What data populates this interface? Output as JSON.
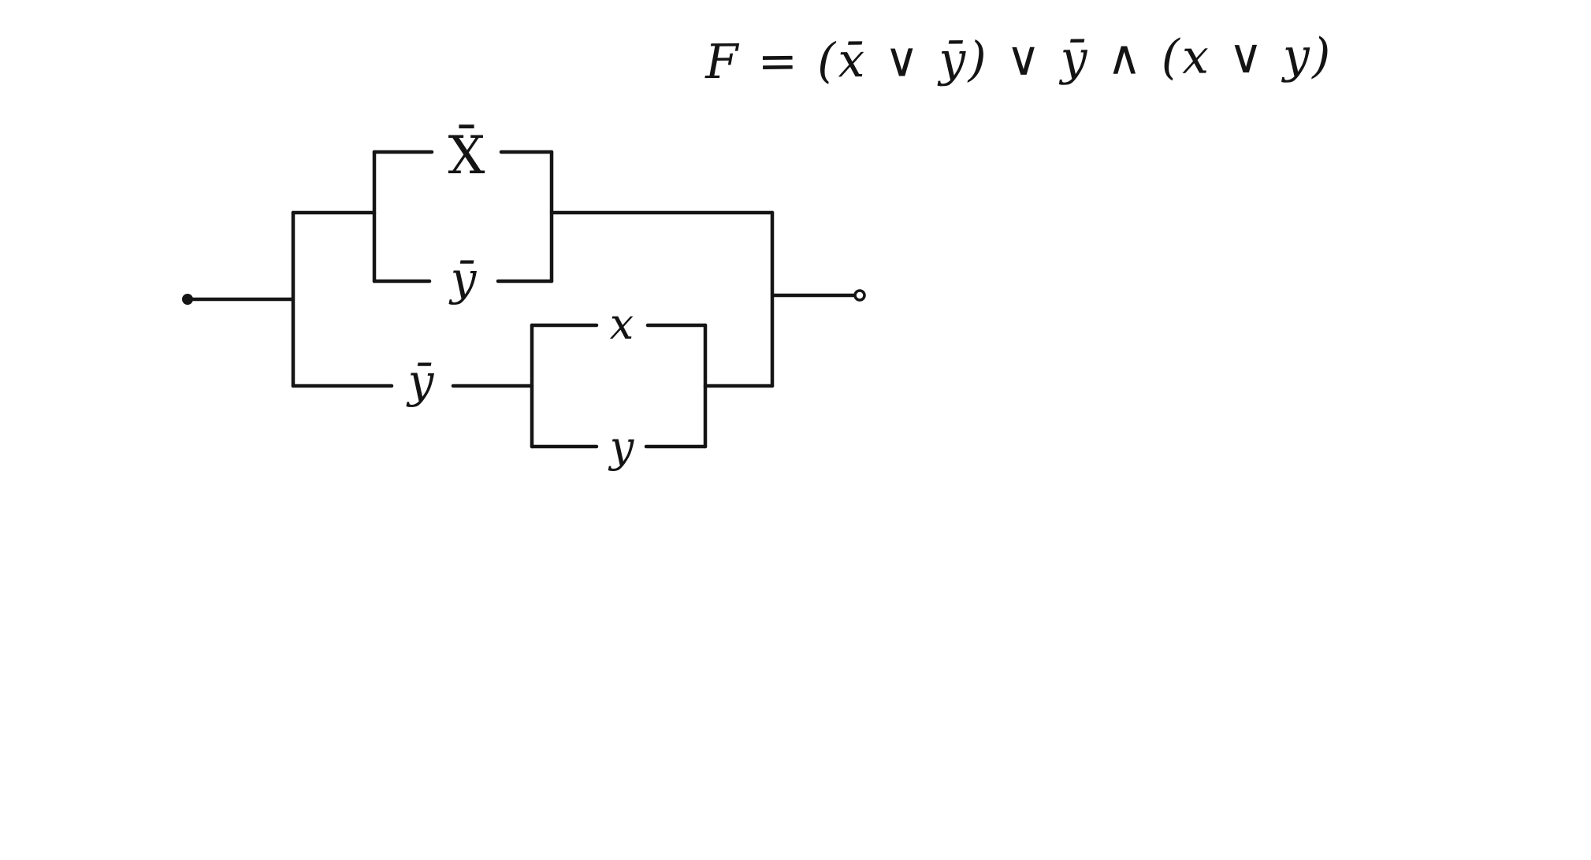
{
  "page": {
    "background_color": "#ffffff",
    "ink_color": "#151515",
    "description": "Hand-drawn switching (contact) circuit diagram with Boolean formula"
  },
  "formula": {
    "text": "F = (x̄ ∨ ȳ) ∨ ȳ ∧ (x ∨ y)"
  },
  "circuit": {
    "input_terminal": "input-dot",
    "output_terminal": "output-dot",
    "upper_parallel_group": {
      "top_contact": "X̄",
      "bottom_contact": "ȳ"
    },
    "lower_branch": {
      "series_contact": "ȳ",
      "parallel_group": {
        "top_contact": "x",
        "bottom_contact": "y"
      }
    }
  }
}
